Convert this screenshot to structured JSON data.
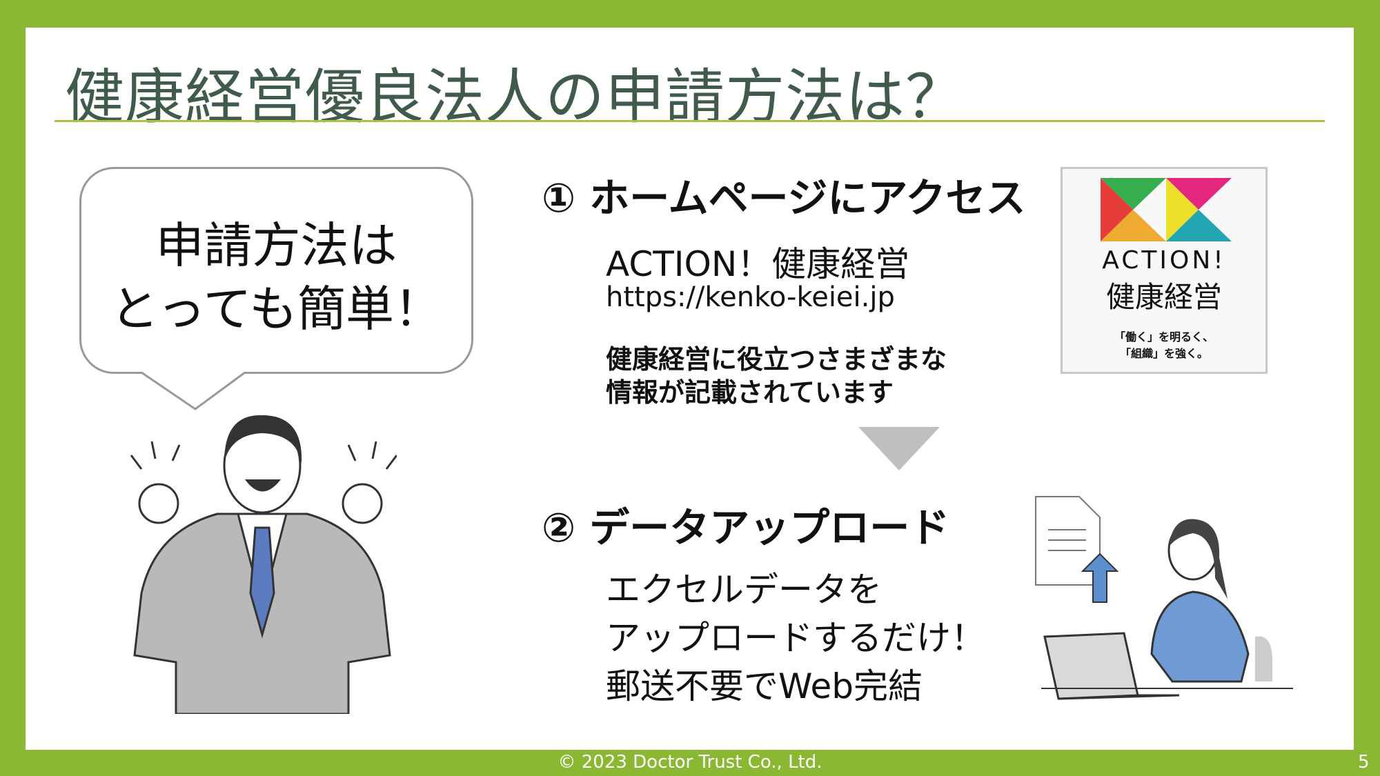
{
  "title": "健康経営優良法人の申請方法は？",
  "bubble": {
    "line1": "申請方法は",
    "line2": "とっても簡単！"
  },
  "step1": {
    "heading": "① ホームページにアクセス",
    "site_name": "ACTION！健康経営",
    "url": "https://kenko-keiei.jp",
    "desc1": "健康経営に役立つさまざまな",
    "desc2": "情報が記載されています"
  },
  "logo": {
    "text1": "ACTION!",
    "text2": "健康経営",
    "tag1": "「働く」を明るく、",
    "tag2": "「組織」を強く。"
  },
  "step2": {
    "heading": "② データアップロード",
    "line1": "エクセルデータを",
    "line2": "アップロードするだけ！",
    "line3": "郵送不要でWeb完結"
  },
  "footer": {
    "copyright": "© 2023 Doctor Trust Co., Ltd.",
    "page": "5"
  },
  "colors": {
    "background": "#8ab833",
    "title": "#405a4c",
    "rule": "#a9c23f"
  }
}
